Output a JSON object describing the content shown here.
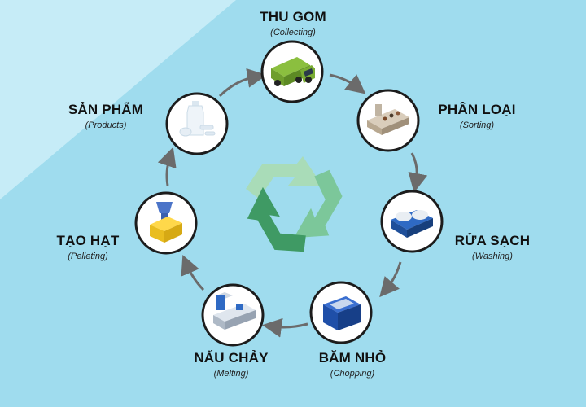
{
  "colors": {
    "background": "#9fdcee",
    "corner_highlight": "#c6ecf7",
    "node_ring": "#1c1c1c",
    "node_fill": "#ffffff",
    "arrow": "#6b6b6b",
    "recycle_light": "#a9dcb8",
    "recycle_mid": "#7cc79a",
    "recycle_dark": "#3f9a64"
  },
  "center_icon": "recycle-icon",
  "steps": [
    {
      "id": "collecting",
      "label": "THU GOM",
      "sublabel": "(Collecting)",
      "icon": "garbage-truck-icon"
    },
    {
      "id": "sorting",
      "label": "PHÂN LOẠI",
      "sublabel": "(Sorting)",
      "icon": "sorting-conveyor-icon"
    },
    {
      "id": "washing",
      "label": "RỬA SẠCH",
      "sublabel": "(Washing)",
      "icon": "washing-tank-icon"
    },
    {
      "id": "chopping",
      "label": "BĂM NHỎ",
      "sublabel": "(Chopping)",
      "icon": "shredder-icon"
    },
    {
      "id": "melting",
      "label": "NẤU CHẢY",
      "sublabel": "(Melting)",
      "icon": "extruder-icon"
    },
    {
      "id": "pelleting",
      "label": "TẠO HẠT",
      "sublabel": "(Pelleting)",
      "icon": "pelletizer-icon"
    },
    {
      "id": "products",
      "label": "SẢN PHẨM",
      "sublabel": "(Products)",
      "icon": "plastic-bottles-icon"
    }
  ]
}
